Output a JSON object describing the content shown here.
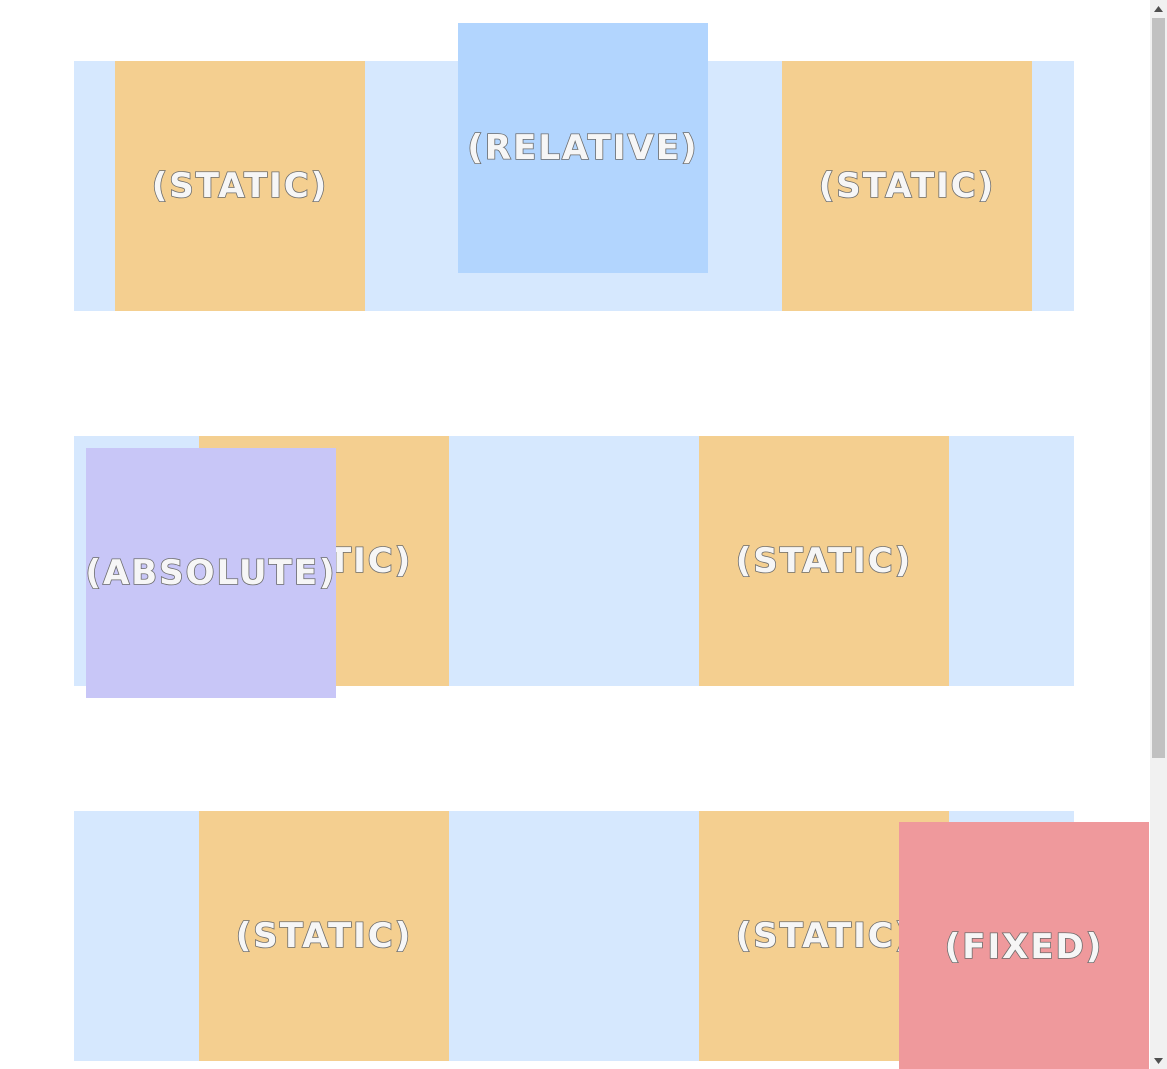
{
  "boxes": {
    "static_label": "(STATIC)",
    "relative_label": "(RELATIVE)",
    "absolute_label": "(ABSOLUTE)",
    "fixed_label": "(FIXED)"
  },
  "colors": {
    "row_background": "#d6e8fe",
    "static": "#f4cf90",
    "relative": "#b2d5fe",
    "absolute": "#c8c6f7",
    "fixed": "#ef999c"
  },
  "scrollbar": {
    "up_icon": "chevron-up-icon",
    "down_icon": "chevron-down-icon"
  }
}
